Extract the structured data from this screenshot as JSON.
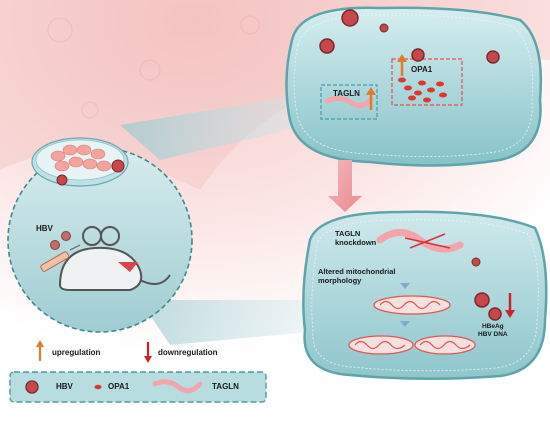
{
  "labels": {
    "hbv": "HBV",
    "tagln_top": "TAGLN",
    "opa1_top": "OPA1",
    "tagln_knockdown": "TAGLN\nknockdown",
    "altered_mito": "Altered mitochondrial\nmorphology",
    "hbeag_dna": "HBeAg\nHBV DNA"
  },
  "legend": {
    "upregulation": "upregulation",
    "downregulation": "downregulation",
    "hbv": "HBV",
    "opa1": "OPA1",
    "tagln": "TAGLN"
  },
  "colors": {
    "up_arrow": "#e07b2a",
    "down_arrow": "#d0202a",
    "cell_fill": "#9fd0d6",
    "virus": "#c8474a",
    "opa1": "#e1362f",
    "tagln": "#f0a0a4"
  }
}
